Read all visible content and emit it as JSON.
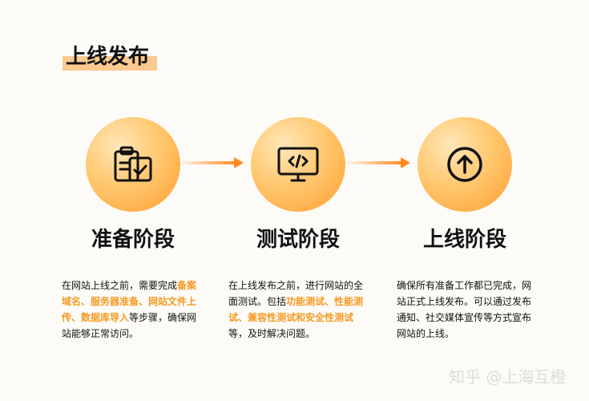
{
  "title": "上线发布",
  "stages": [
    {
      "label": "准备阶段",
      "icon": "clipboard-check-icon",
      "desc": [
        {
          "t": "在网站上线之前，需要完成"
        },
        {
          "t": "备案域名、服务器准备、网站文件上传、数据库导入",
          "hl": true
        },
        {
          "t": "等步骤，确保网站能够正常访问。"
        }
      ]
    },
    {
      "label": "测试阶段",
      "icon": "monitor-code-icon",
      "desc": [
        {
          "t": "在上线发布之前，进行网站的全面测试。包括"
        },
        {
          "t": "功能测试、性能测试、兼容性测试和安全性测试",
          "hl": true
        },
        {
          "t": "等，及时解决问题。"
        }
      ]
    },
    {
      "label": "上线阶段",
      "icon": "upload-arrow-icon",
      "desc": [
        {
          "t": "确保所有准备工作都已完成，网站正式上线发布。可以通过发布通知、社交媒体宣传等方式宣布网站的上线。"
        }
      ]
    }
  ],
  "watermark": "知乎 @上海互橙",
  "colors": {
    "accent": "#f59a23",
    "title_bar": "#fcc98f"
  }
}
